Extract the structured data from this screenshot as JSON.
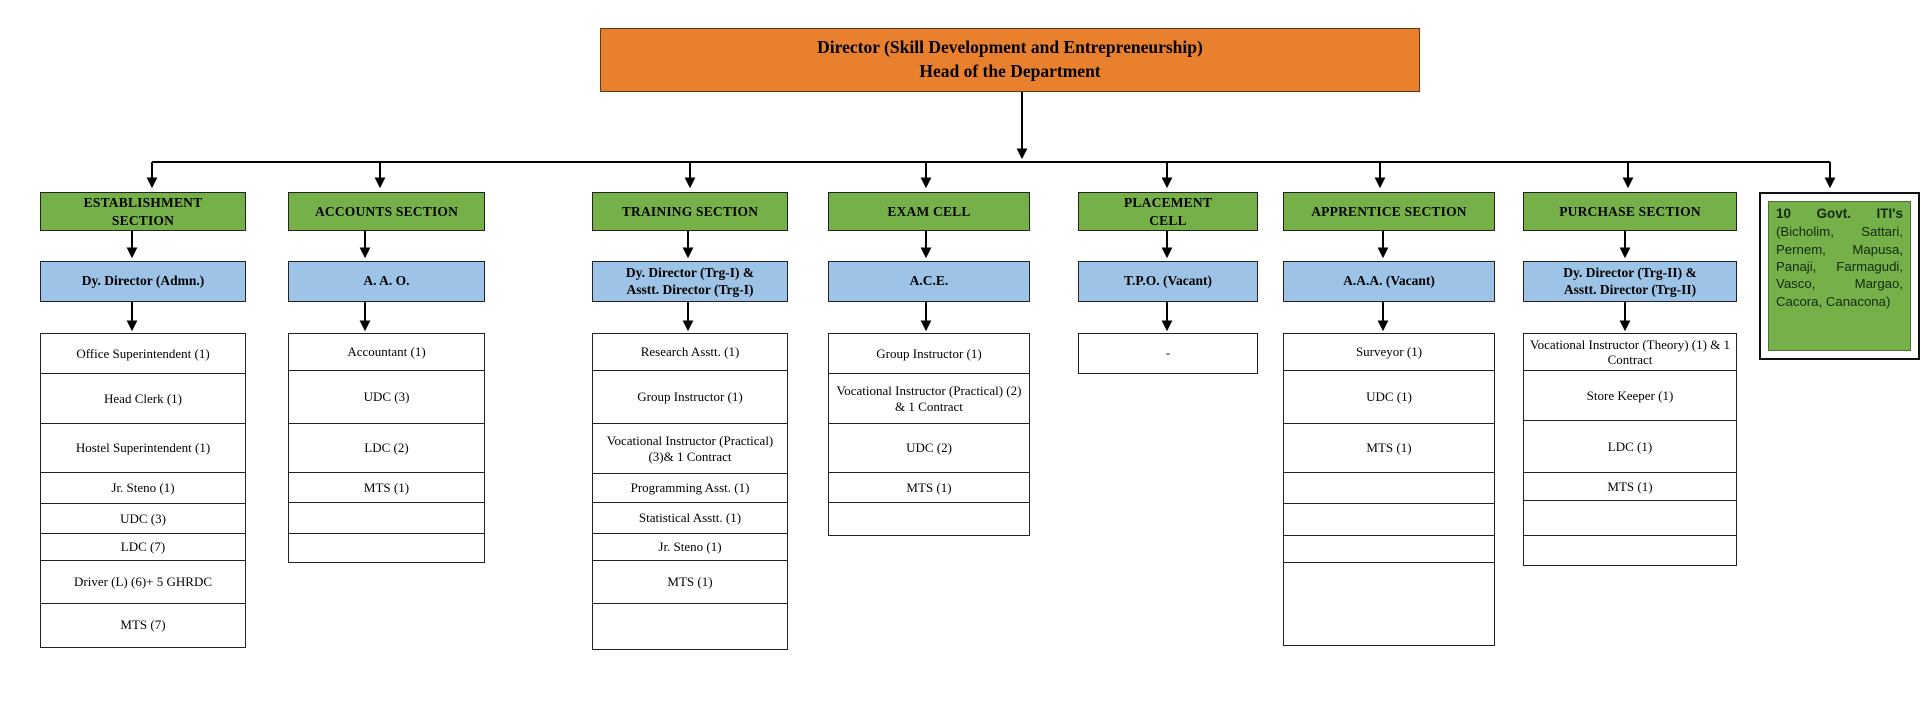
{
  "colors": {
    "orange": "#E8802D",
    "green": "#76B049",
    "blue": "#9DC3E6",
    "line": "#000000"
  },
  "director": {
    "line1": "Director (Skill Development and Entrepreneurship)",
    "line2": "Head of the Department"
  },
  "columns": [
    {
      "id": "establishment",
      "header": "ESTABLISHMENT\nSECTION",
      "officer": "Dy. Director (Admn.)",
      "roles": [
        "Office Superintendent (1)",
        "Head Clerk (1)",
        "Hostel Superintendent (1)",
        "Jr. Steno (1)",
        "UDC (3)",
        "LDC (7)",
        "Driver (L) (6)+ 5 GHRDC",
        "MTS (7)"
      ]
    },
    {
      "id": "accounts",
      "header": "ACCOUNTS SECTION",
      "officer": "A. A. O.",
      "roles": [
        "Accountant (1)",
        "UDC (3)",
        "LDC (2)",
        "MTS (1)",
        "",
        ""
      ]
    },
    {
      "id": "training",
      "header": "TRAINING SECTION",
      "officer": "Dy. Director (Trg-I) &\nAsstt. Director (Trg-I)",
      "roles": [
        "Research Asstt. (1)",
        "Group Instructor (1)",
        "Vocational Instructor (Practical) (3)& 1 Contract",
        "Programming Asst. (1)",
        "Statistical Asstt. (1)",
        "Jr. Steno (1)",
        "MTS (1)",
        ""
      ]
    },
    {
      "id": "exam",
      "header": "EXAM CELL",
      "officer": "A.C.E.",
      "roles": [
        "Group Instructor (1)",
        "Vocational Instructor (Practical) (2) & 1 Contract",
        "UDC (2)",
        "MTS (1)",
        ""
      ]
    },
    {
      "id": "placement",
      "header": "PLACEMENT\nCELL",
      "officer": "T.P.O. (Vacant)",
      "roles": [
        "-"
      ]
    },
    {
      "id": "apprentice",
      "header": "APPRENTICE SECTION",
      "officer": "A.A.A. (Vacant)",
      "roles": [
        "Surveyor (1)",
        "UDC (1)",
        "MTS (1)",
        "",
        "",
        "",
        ""
      ]
    },
    {
      "id": "purchase",
      "header": "PURCHASE SECTION",
      "officer": "Dy. Director (Trg-II) &\nAsstt. Director (Trg-II)",
      "roles": [
        "Vocational Instructor (Theory) (1) & 1 Contract",
        "Store Keeper (1)",
        "LDC (1)",
        "MTS (1)",
        "",
        ""
      ]
    }
  ],
  "iti": {
    "title": "10 Govt. ITI's",
    "body": "(Bicholim, Sattari, Pernem, Mapusa, Panaji, Farmagudi, Vasco, Margao, Cacora, Canacona)"
  }
}
